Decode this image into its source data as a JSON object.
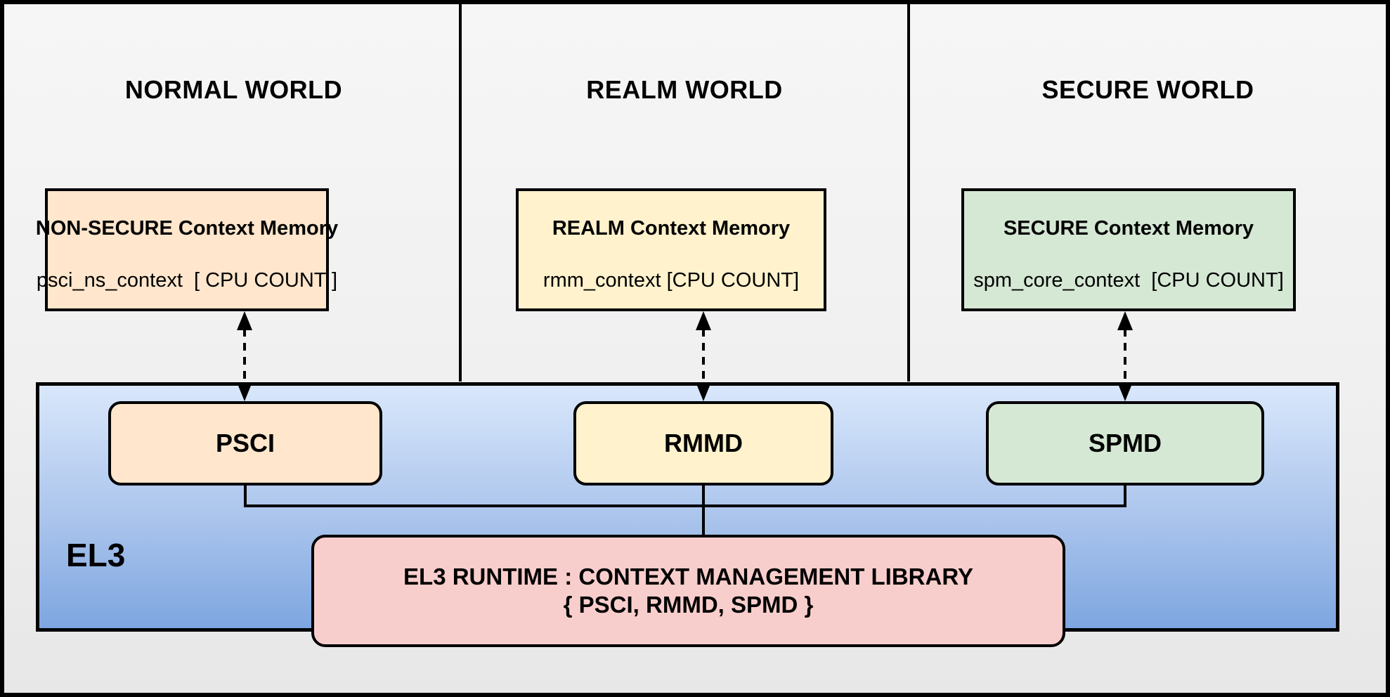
{
  "worlds": [
    {
      "title": "NORMAL WORLD",
      "memory_box": {
        "title": "NON-SECURE Context Memory",
        "value": "psci_ns_context  [ CPU COUNT ]",
        "color": "#FFE6CC"
      },
      "dispatcher": {
        "label": "PSCI",
        "color": "#FFE6CC"
      }
    },
    {
      "title": "REALM WORLD",
      "memory_box": {
        "title": "REALM Context Memory",
        "value": "rmm_context [CPU COUNT]",
        "color": "#FFF2CC"
      },
      "dispatcher": {
        "label": "RMMD",
        "color": "#FFF2CC"
      }
    },
    {
      "title": "SECURE WORLD",
      "memory_box": {
        "title": "SECURE Context Memory",
        "value": "spm_core_context  [CPU COUNT]",
        "color": "#D5E8D4"
      },
      "dispatcher": {
        "label": "SPMD",
        "color": "#D5E8D4"
      }
    }
  ],
  "el3": {
    "label": "EL3",
    "background_gradient_top": "#D9E7FB",
    "background_gradient_bottom": "#7EA6E0",
    "runtime_box": {
      "line1": "EL3 RUNTIME : CONTEXT MANAGEMENT LIBRARY",
      "line2": "{ PSCI, RMMD, SPMD }",
      "color": "#F8CECC"
    }
  },
  "connections": {
    "memory_to_dispatcher_style": "dashed-bidirectional-arrow",
    "dispatcher_to_runtime_style": "solid-line"
  }
}
